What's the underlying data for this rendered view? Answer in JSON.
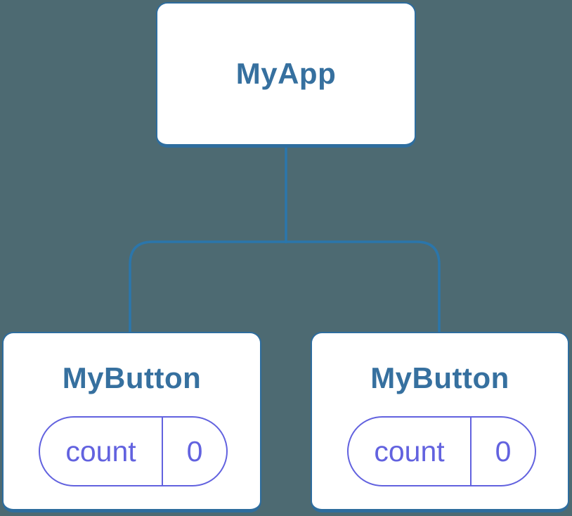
{
  "colors": {
    "background": "#4d6a72",
    "node_bg": "#ffffff",
    "node_border": "#2e6d9e",
    "connector": "#2b76ab",
    "title_text": "#36709f",
    "state_purple": "#6262df"
  },
  "tree": {
    "root": {
      "label": "MyApp"
    },
    "children": [
      {
        "label": "MyButton",
        "state": {
          "key": "count",
          "value": "0"
        }
      },
      {
        "label": "MyButton",
        "state": {
          "key": "count",
          "value": "0"
        }
      }
    ]
  }
}
